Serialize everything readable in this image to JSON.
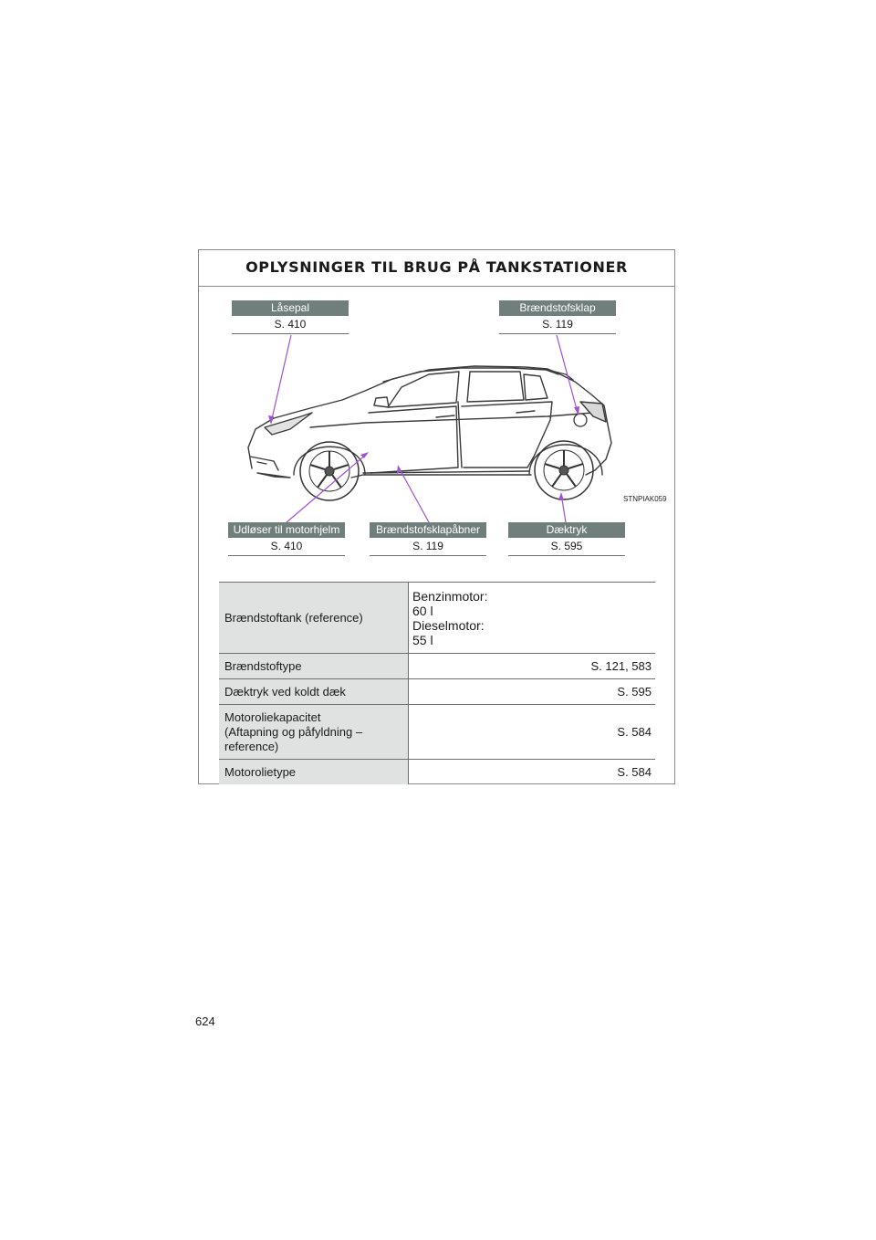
{
  "title": "OPLYSNINGER TIL BRUG PÅ TANKSTATIONER",
  "labels": {
    "hood_lock": {
      "name": "Låsepal",
      "page": "S. 410"
    },
    "fuel_door": {
      "name": "Brændstofsklap",
      "page": "S. 119"
    },
    "hood_release": {
      "name": "Udløser til motorhjelm",
      "page": "S. 410"
    },
    "fuel_door_opener": {
      "name": "Brændstofsklapåbner",
      "page": "S. 119"
    },
    "tire_pressure": {
      "name": "Dæktryk",
      "page": "S. 595"
    }
  },
  "figure_code": "STNPIAK059",
  "accent_color": "#a050d0",
  "table": {
    "fuel_tank": {
      "label": "Brændstoftank (reference)",
      "petrol_label": "Benzinmotor:",
      "petrol_value": "60 l",
      "diesel_label": "Dieselmotor:",
      "diesel_value": "55 l"
    },
    "fuel_type": {
      "label": "Brændstoftype",
      "value": "S. 121, 583"
    },
    "cold_tire_pressure": {
      "label": "Dæktryk ved koldt dæk",
      "value": "S. 595"
    },
    "oil_capacity": {
      "label_line1": "Motoroliekapacitet",
      "label_line2": "(Aftapning og påfyldning –",
      "label_line3": "reference)",
      "value": "S. 584"
    },
    "oil_type": {
      "label": "Motorolietype",
      "value": "S. 584"
    }
  },
  "page_number": "624"
}
